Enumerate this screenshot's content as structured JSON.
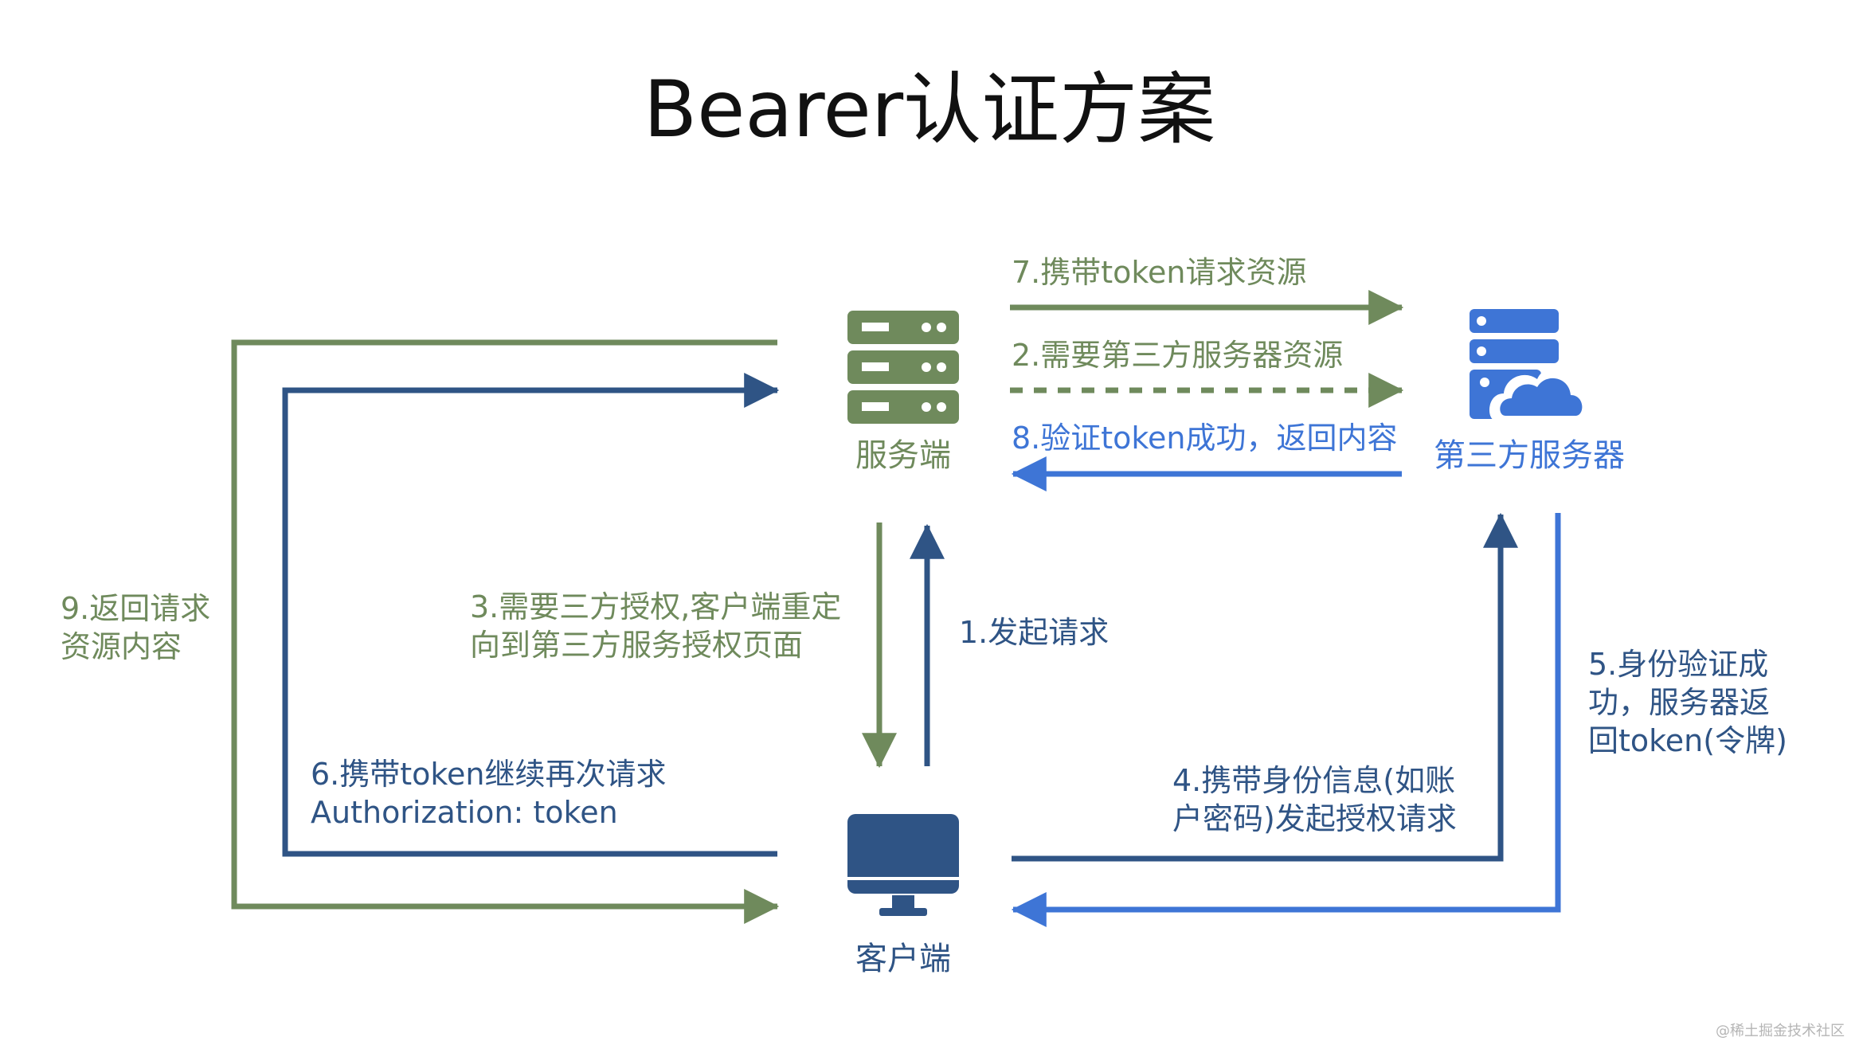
{
  "title": "Bearer认证方案",
  "nodes": {
    "server": {
      "label": "服务端",
      "icon": "server-rack-icon"
    },
    "third_party": {
      "label": "第三方服务器",
      "icon": "cloud-server-icon"
    },
    "client": {
      "label": "客户端",
      "icon": "monitor-icon"
    }
  },
  "steps": {
    "s1": "1.发起请求",
    "s2": "2.需要第三方服务器资源",
    "s3_line1": "3.需要三方授权,客户端重定",
    "s3_line2": "向到第三方服务授权页面",
    "s4_line1": "4.携带身份信息(如账",
    "s4_line2": "户密码)发起授权请求",
    "s5_line1": "5.身份验证成",
    "s5_line2": "功，服务器返",
    "s5_line3": "回token(令牌)",
    "s6_line1": "6.携带token继续再次请求",
    "s6_line2": "Authorization: token",
    "s7": "7.携带token请求资源",
    "s8": "8.验证token成功，返回内容",
    "s9_line1": "9.返回请求",
    "s9_line2": "资源内容"
  },
  "watermark": "@稀土掘金技术社区",
  "colors": {
    "green": "#6f8a5c",
    "navy": "#2f5485",
    "blue": "#3e75d6"
  }
}
